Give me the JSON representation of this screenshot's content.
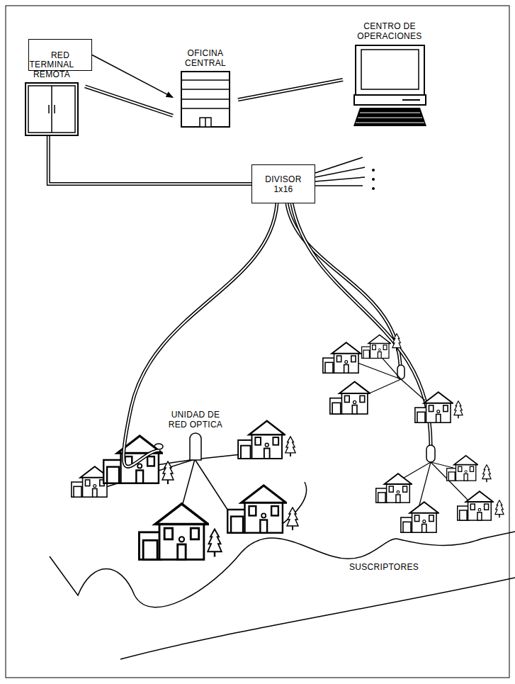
{
  "diagram": {
    "nodes": [
      {
        "text": [
          "RED"
        ]
      },
      {
        "text": [
          "OFICINA CENTRAL"
        ]
      },
      {
        "text": [
          "CENTRO DE OPERACIONES"
        ]
      },
      {
        "text": [
          "TERMINAL REMOTA"
        ]
      },
      {
        "text": [
          "DIVISOR 1x16"
        ]
      },
      {
        "text": [
          "UNIDAD DE RED OPTICA"
        ]
      }
    ],
    "edges": [
      {
        "from": 0,
        "to": 1,
        "arrow": "to"
      },
      {
        "from": 1,
        "to": 2,
        "arrow": "none"
      },
      {
        "from": 3,
        "to": 1,
        "arrow": "none"
      },
      {
        "from": 3,
        "to": 4,
        "arrow": "none"
      },
      {
        "from": 4,
        "to": 5,
        "arrow": "none"
      }
    ],
    "labels": [
      "SUSCRIPTORES"
    ]
  }
}
